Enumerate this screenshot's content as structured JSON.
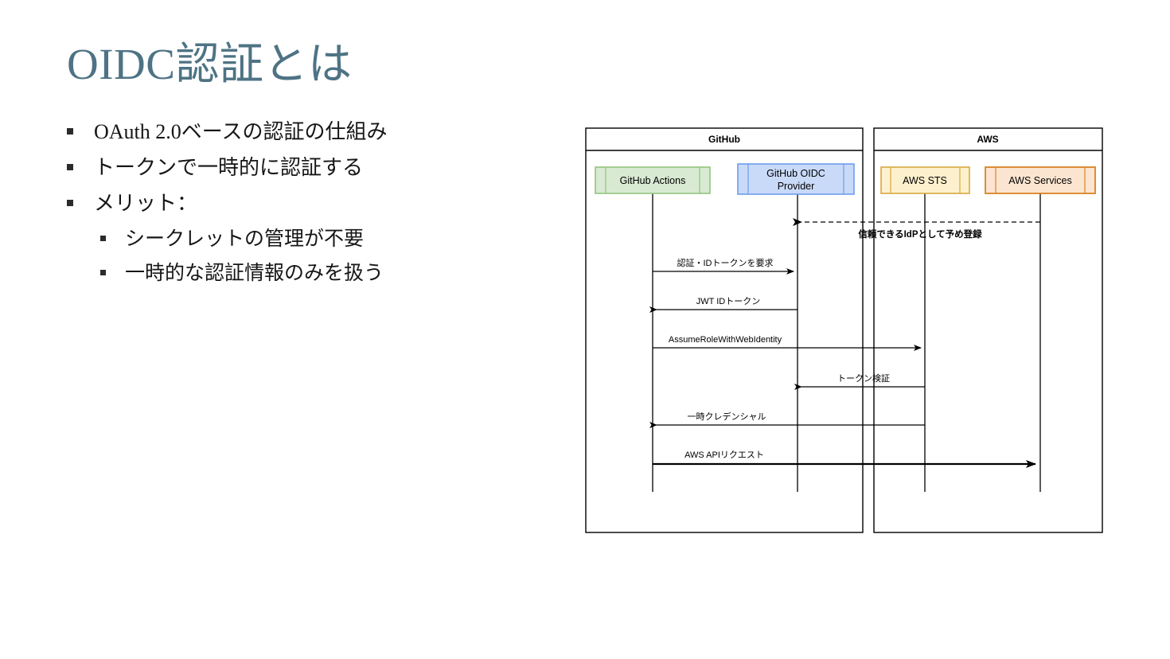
{
  "slide": {
    "title": "OIDC認証とは",
    "title_color": "#4e7384",
    "background": "#ffffff"
  },
  "bullets": [
    {
      "level": 1,
      "text": "OAuth 2.0ベースの認証の仕組み"
    },
    {
      "level": 1,
      "text": "トークンで一時的に認証する"
    },
    {
      "level": 1,
      "text": "メリット："
    },
    {
      "level": 2,
      "text": "シークレットの管理が不要"
    },
    {
      "level": 2,
      "text": "一時的な認証情報のみを扱う"
    }
  ],
  "diagram": {
    "type": "sequence-diagram",
    "frames": [
      {
        "id": "github",
        "title": "GitHub"
      },
      {
        "id": "aws",
        "title": "AWS"
      }
    ],
    "participants": [
      {
        "id": "github-actions",
        "label": "GitHub Actions",
        "frame": "github",
        "fill": "#d9ead3",
        "stroke": "#93c47d"
      },
      {
        "id": "github-oidc-provider",
        "label_line1": "GitHub OIDC",
        "label_line2": "Provider",
        "frame": "github",
        "fill": "#c9daf8",
        "stroke": "#6d9eeb"
      },
      {
        "id": "aws-sts",
        "label": "AWS STS",
        "frame": "aws",
        "fill": "#fdf0cd",
        "stroke": "#d8a940"
      },
      {
        "id": "aws-services",
        "label": "AWS Services",
        "frame": "aws",
        "fill": "#fce5d0",
        "stroke": "#d98324"
      }
    ],
    "messages": [
      {
        "order": 1,
        "label": "信頼できるIdPとして予め登録",
        "from": "aws-services",
        "to": "github-oidc-provider",
        "style": "dashed",
        "bold": true,
        "label_position": "below"
      },
      {
        "order": 2,
        "label": "認証・IDトークンを要求",
        "from": "github-actions",
        "to": "github-oidc-provider",
        "style": "solid",
        "bold": false,
        "label_position": "above"
      },
      {
        "order": 3,
        "label": "JWT IDトークン",
        "from": "github-oidc-provider",
        "to": "github-actions",
        "style": "solid",
        "bold": false,
        "label_position": "above"
      },
      {
        "order": 4,
        "label": "AssumeRoleWithWebIdentity",
        "from": "github-actions",
        "to": "aws-sts",
        "style": "solid",
        "bold": false,
        "label_position": "above"
      },
      {
        "order": 5,
        "label": "トークン検証",
        "from": "aws-sts",
        "to": "github-oidc-provider",
        "style": "solid",
        "bold": false,
        "label_position": "above"
      },
      {
        "order": 6,
        "label": "一時クレデンシャル",
        "from": "aws-sts",
        "to": "github-actions",
        "style": "solid",
        "bold": false,
        "label_position": "above"
      },
      {
        "order": 7,
        "label": "AWS APIリクエスト",
        "from": "github-actions",
        "to": "aws-services",
        "style": "solid-thick",
        "bold": false,
        "label_position": "above"
      }
    ]
  }
}
